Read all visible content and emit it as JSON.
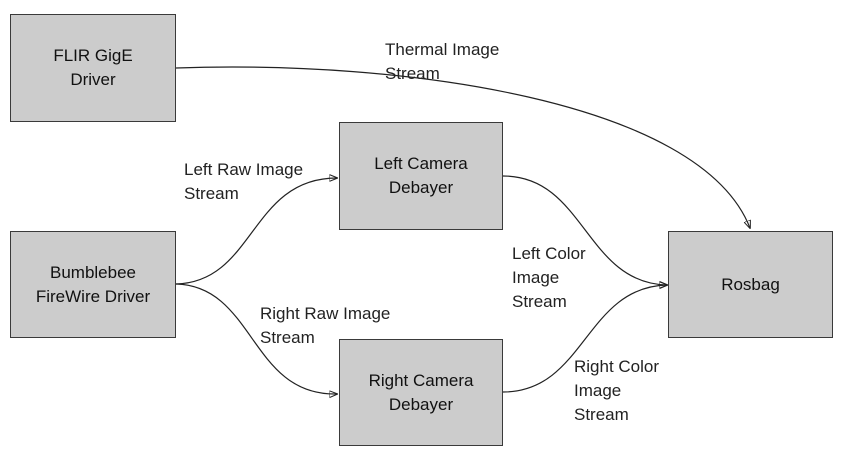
{
  "nodes": {
    "flir": "FLIR GigE\nDriver",
    "bumblebee": "Bumblebee\nFireWire Driver",
    "left_debayer": "Left Camera\nDebayer",
    "right_debayer": "Right Camera\nDebayer",
    "rosbag": "Rosbag"
  },
  "edges": {
    "thermal": "Thermal Image\nStream",
    "left_raw": "Left Raw Image\nStream",
    "right_raw": "Right Raw Image\nStream",
    "left_color": "Left Color\nImage\nStream",
    "right_color": "Right Color\nImage\nStream"
  },
  "colors": {
    "node_fill": "#cccccc",
    "node_border": "#3a3a3a",
    "edge": "#222222"
  }
}
